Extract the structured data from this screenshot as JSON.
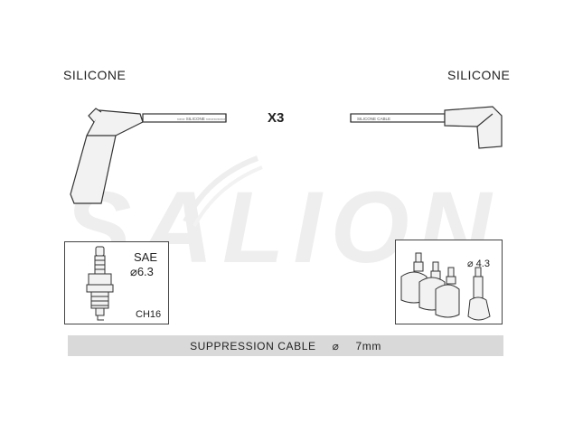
{
  "left_cable": {
    "material_label": "SILICONE",
    "wire_print": "▭▭ SILICONE ▭▭▭▭▭"
  },
  "right_cable": {
    "material_label": "SILICONE",
    "wire_print": "SILICONE CABLE"
  },
  "quantity": "X3",
  "watermark": {
    "text": "SALION",
    "color": "#eeeeee"
  },
  "spark_plug_box": {
    "standard": "SAE",
    "diameter": "⌀6.3",
    "code": "CH16"
  },
  "coil_box": {
    "diameter": "⌀ 4.3"
  },
  "footer": {
    "label": "SUPPRESSION CABLE",
    "diameter_symbol": "⌀",
    "size": "7mm"
  },
  "colors": {
    "outline": "#333333",
    "fill": "#f2f2f2",
    "footer_bg": "#d9d9d9"
  }
}
